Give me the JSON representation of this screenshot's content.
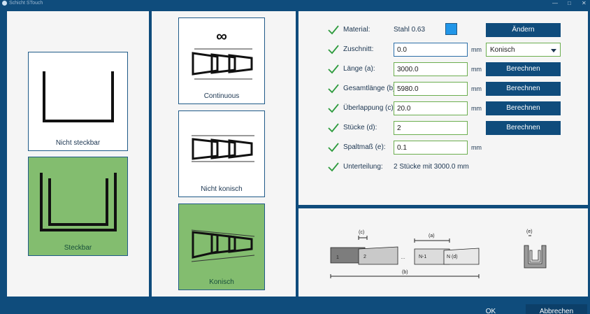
{
  "window": {
    "title": "Schicht STouch",
    "minimize": "—",
    "maximize": "□",
    "close": "✕"
  },
  "profile_tiles": [
    {
      "label": "Nicht steckbar"
    },
    {
      "label": "Steckbar"
    }
  ],
  "shape_tiles": [
    {
      "label": "Continuous",
      "symbol": "∞"
    },
    {
      "label": "Nicht konisch"
    },
    {
      "label": "Konisch"
    }
  ],
  "form": {
    "material": {
      "label": "Material:",
      "value": "Stahl 0.63",
      "color": "#2196e8",
      "button": "Ändern"
    },
    "zuschnitt": {
      "label": "Zuschnitt:",
      "value": "0.0",
      "unit": "mm",
      "select": "Konisch"
    },
    "laenge": {
      "label": "Länge (a):",
      "value": "3000.0",
      "unit": "mm",
      "button": "Berechnen"
    },
    "gesamtlaenge": {
      "label": "Gesamtlänge (b):",
      "value": "5980.0",
      "unit": "mm",
      "button": "Berechnen"
    },
    "ueberlappung": {
      "label": "Überlappung (c):",
      "value": "20.0",
      "unit": "mm",
      "button": "Berechnen"
    },
    "stuecke": {
      "label": "Stücke (d):",
      "value": "2",
      "button": "Berechnen"
    },
    "spaltmass": {
      "label": "Spaltmaß (e):",
      "value": "0.1",
      "unit": "mm"
    },
    "unterteilung": {
      "label": "Unterteilung:",
      "value": "2 Stücke mit 3000.0 mm"
    }
  },
  "diagram": {
    "c_label": "(c)",
    "a_label": "(a)",
    "b_label": "(b)",
    "e_label": "(e)",
    "piece1": "1",
    "piece2": "2",
    "dots": "…",
    "piece_n1": "N-1",
    "piece_n": "N (d)"
  },
  "footer": {
    "ok": "OK",
    "cancel": "Abbrechen"
  },
  "colors": {
    "accent": "#0f4c7c",
    "selected": "#83bd6f",
    "check": "#2e9b3e"
  }
}
